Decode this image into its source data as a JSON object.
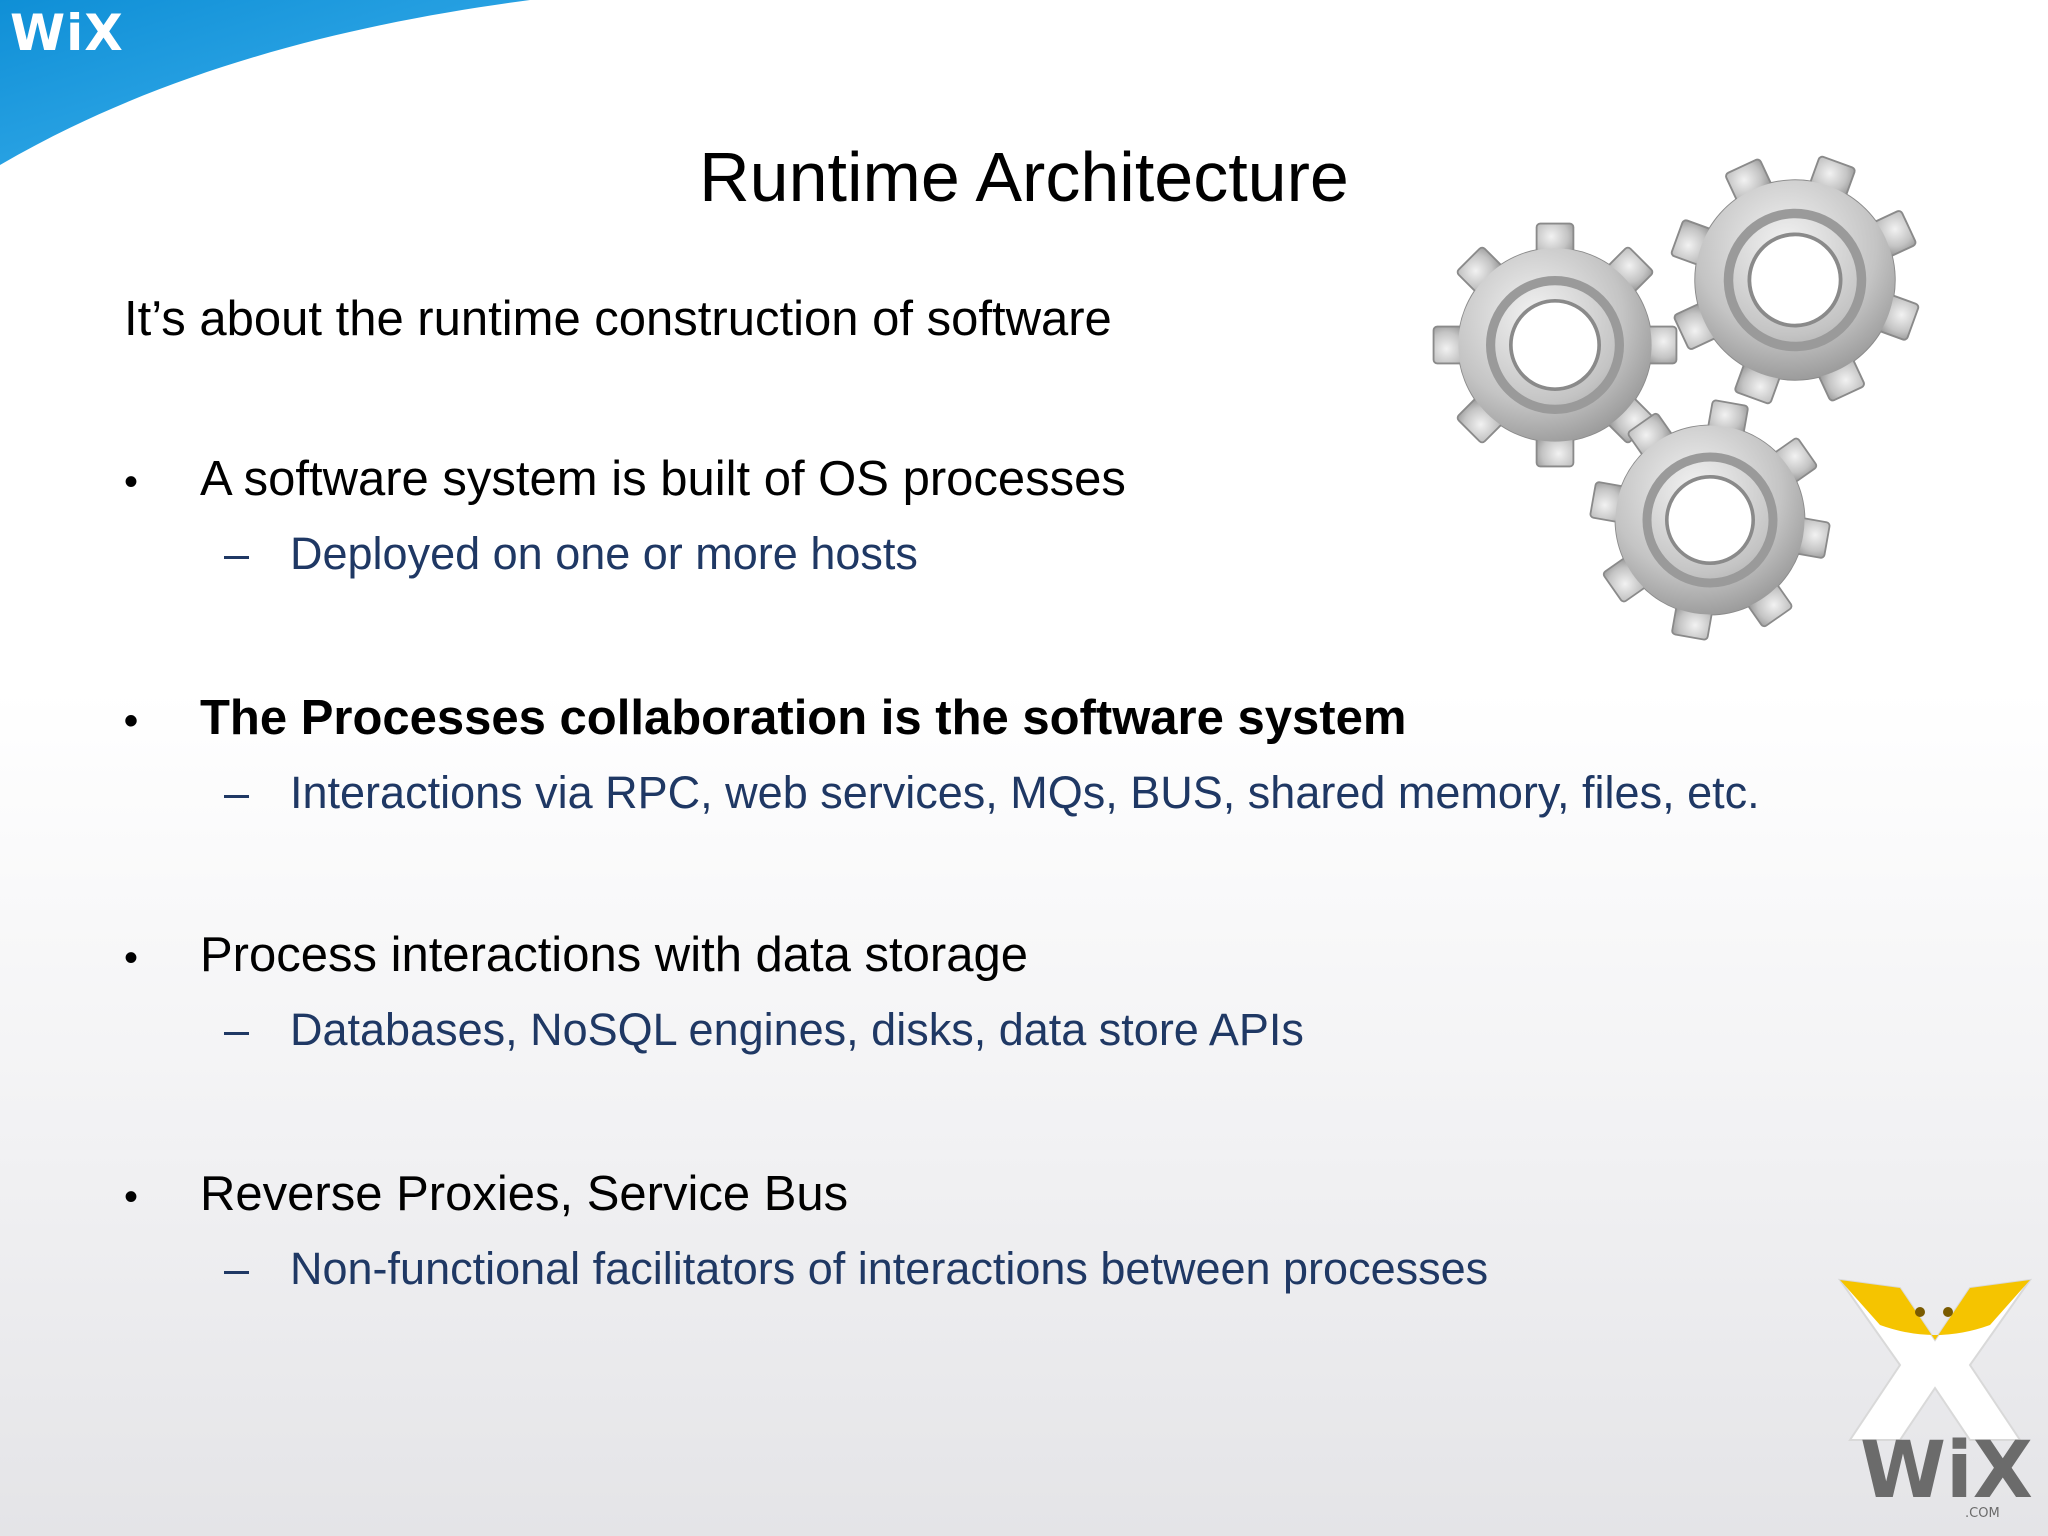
{
  "header": {
    "logo_text": "WiX"
  },
  "slide": {
    "title": "Runtime Architecture",
    "intro": "It’s about the runtime construction of software",
    "bullets": [
      {
        "text": "A software system is built of OS processes",
        "sub": "Deployed on one or more hosts",
        "bold": false
      },
      {
        "text": "The Processes collaboration is the software system",
        "sub": "Interactions via RPC, web services, MQs, BUS, shared memory, files, etc.",
        "bold": true
      },
      {
        "text": "Process interactions with data storage",
        "sub": "Databases, NoSQL engines, disks, data store APIs",
        "bold": false
      },
      {
        "text": "Reverse Proxies, Service Bus",
        "sub": "Non-functional facilitators of interactions between processes",
        "bold": false
      }
    ],
    "bullet_glyph": "•",
    "sub_glyph": "–"
  },
  "footer": {
    "logo_text": "WiX",
    "logo_suffix": ".COM"
  },
  "colors": {
    "swoosh_blue": "#1a9be0",
    "sub_text": "#1f3864",
    "logo_yellow": "#f5c400",
    "logo_gray": "#6b6b6b",
    "gear_gray": "#b9b9b9"
  },
  "icons": [
    "gears-icon",
    "wix-mascot-icon"
  ]
}
